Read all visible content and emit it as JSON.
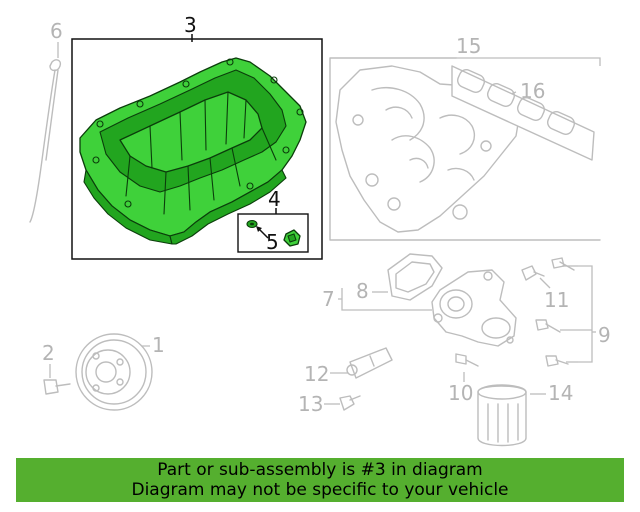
{
  "callouts": {
    "c1": "1",
    "c2": "2",
    "c3": "3",
    "c4": "4",
    "c5": "5",
    "c6": "6",
    "c7": "7",
    "c8": "8",
    "c9": "9",
    "c10": "10",
    "c11": "11",
    "c12": "12",
    "c13": "13",
    "c14": "14",
    "c15": "15",
    "c16": "16"
  },
  "highlight": {
    "part": "3",
    "color": "#3fd13a"
  },
  "banner": {
    "line1": "Part or sub-assembly is #3 in diagram",
    "line2": "Diagram may not be specific to your vehicle",
    "color": "#55af2f"
  }
}
